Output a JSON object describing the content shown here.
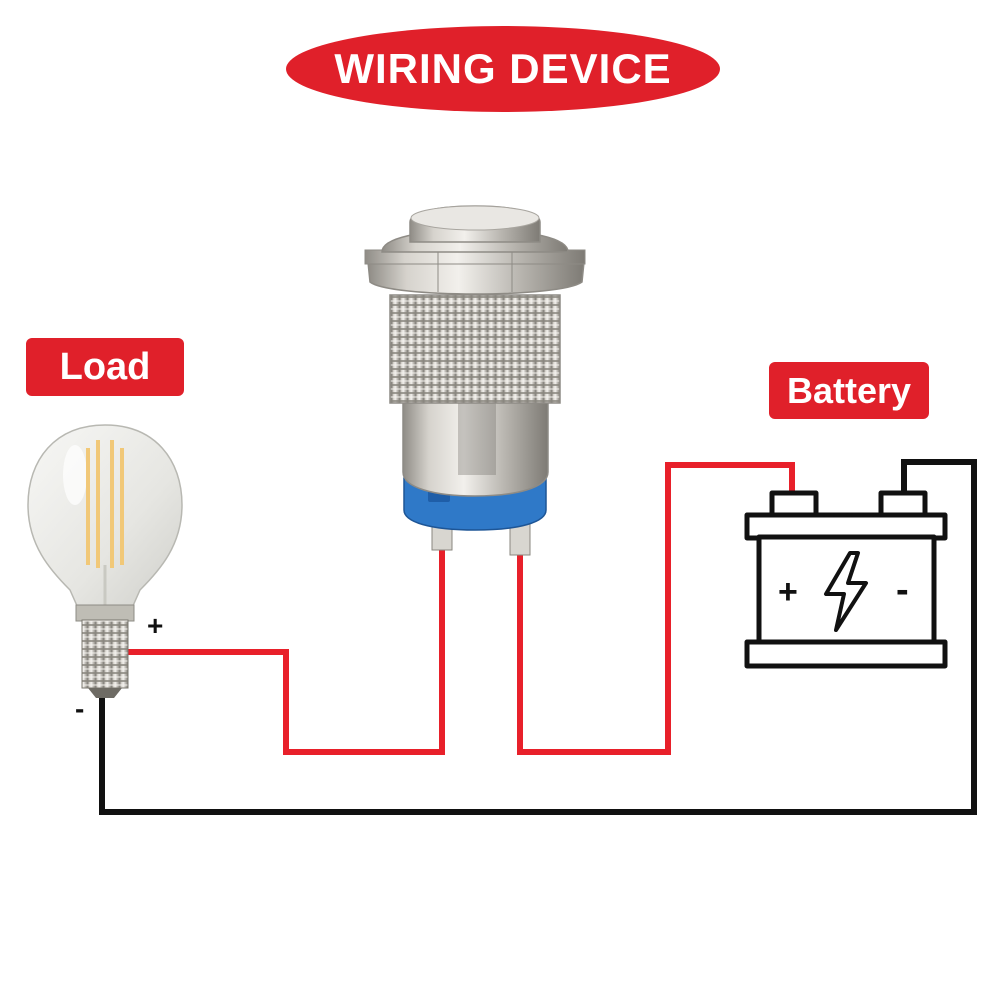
{
  "title": "WIRING DEVICE",
  "labels": {
    "load": "Load",
    "battery": "Battery",
    "load_plus": "+",
    "load_minus": "-",
    "battery_plus": "+",
    "battery_minus": "-"
  },
  "icons": {
    "bulb": "light-bulb-icon",
    "switch": "push-button-switch-icon",
    "battery": "battery-icon",
    "bolt": "lightning-bolt-icon"
  },
  "colors": {
    "accent_red": "#e0202a",
    "wire_positive": "#e8202a",
    "wire_negative": "#111111",
    "switch_base": "#2f79c8",
    "metal": "#c4c1bb"
  }
}
